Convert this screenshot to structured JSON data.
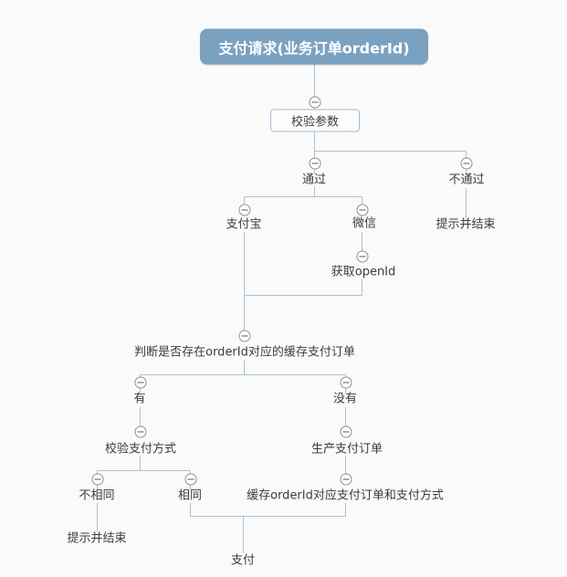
{
  "page": {
    "background_color": "#fafafa"
  },
  "palette": {
    "root_fill": "#7ba1c1",
    "root_text": "#ffffff",
    "connector_line": "#a9c2d6",
    "box_border": "#9fbcd1",
    "box_fill": "#fbfdfe",
    "node_text": "#3c3c3c",
    "collapse_icon_border": "#8f8f8f",
    "collapse_icon_minus": "#5a5a5a"
  },
  "icons": {
    "collapse": "circle-minus"
  },
  "diagram": {
    "nodes": {
      "root": {
        "label": "支付请求(业务订单orderId)"
      },
      "check_params": {
        "label": "校验参数"
      },
      "pass": {
        "label": "通过"
      },
      "fail": {
        "label": "不通过"
      },
      "fail_end": {
        "label": "提示并结束"
      },
      "alipay": {
        "label": "支付宝"
      },
      "wechat": {
        "label": "微信"
      },
      "get_openid": {
        "label": "获取openId"
      },
      "judge_cache": {
        "label": "判断是否存在orderId对应的缓存支付订单"
      },
      "has_cache": {
        "label": "有"
      },
      "no_cache": {
        "label": "没有"
      },
      "verify_pay_method": {
        "label": "校验支付方式"
      },
      "create_pay_order": {
        "label": "生产支付订单"
      },
      "method_not_same": {
        "label": "不相同"
      },
      "method_same": {
        "label": "相同"
      },
      "cache_order": {
        "label": "缓存orderId对应支付订单和支付方式"
      },
      "not_same_end": {
        "label": "提示并结束"
      },
      "pay": {
        "label": "支付"
      }
    },
    "edges": [
      [
        "root",
        "check_params"
      ],
      [
        "check_params",
        "pass"
      ],
      [
        "check_params",
        "fail"
      ],
      [
        "fail",
        "fail_end"
      ],
      [
        "pass",
        "alipay"
      ],
      [
        "pass",
        "wechat"
      ],
      [
        "wechat",
        "get_openid"
      ],
      [
        "alipay",
        "judge_cache"
      ],
      [
        "get_openid",
        "judge_cache"
      ],
      [
        "judge_cache",
        "has_cache"
      ],
      [
        "judge_cache",
        "no_cache"
      ],
      [
        "has_cache",
        "verify_pay_method"
      ],
      [
        "no_cache",
        "create_pay_order"
      ],
      [
        "verify_pay_method",
        "method_not_same"
      ],
      [
        "verify_pay_method",
        "method_same"
      ],
      [
        "create_pay_order",
        "cache_order"
      ],
      [
        "method_not_same",
        "not_same_end"
      ],
      [
        "method_same",
        "pay"
      ],
      [
        "cache_order",
        "pay"
      ]
    ]
  }
}
